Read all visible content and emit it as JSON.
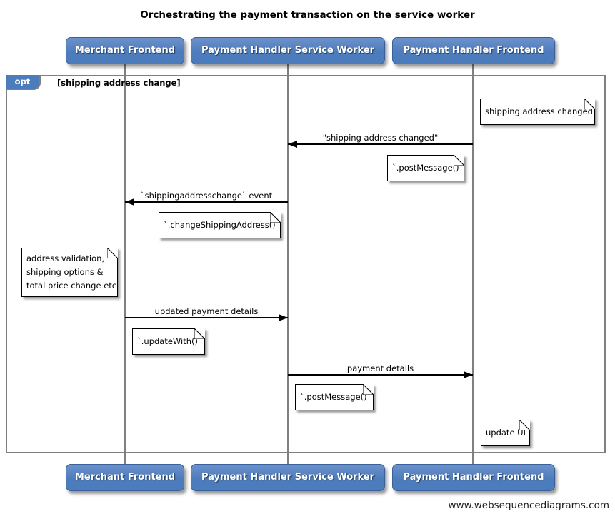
{
  "title": "Orchestrating the payment transaction on the service worker",
  "watermark": "www.websequencediagrams.com",
  "actors": [
    {
      "label": "Merchant Frontend"
    },
    {
      "label": "Payment Handler Service Worker"
    },
    {
      "label": "Payment Handler Frontend"
    }
  ],
  "fragment": {
    "operator": "opt",
    "guard": "[shipping address change]"
  },
  "messages": [
    {
      "from": "Payment Handler Frontend",
      "to": "Payment Handler Service Worker",
      "label": "\"shipping address changed\""
    },
    {
      "from": "Payment Handler Service Worker",
      "to": "Merchant Frontend",
      "label": "`shippingaddresschange` event"
    },
    {
      "from": "Merchant Frontend",
      "to": "Payment Handler Service Worker",
      "label": "updated payment details"
    },
    {
      "from": "Payment Handler Service Worker",
      "to": "Payment Handler Frontend",
      "label": "payment details"
    }
  ],
  "notes": [
    {
      "text": "shipping address changed"
    },
    {
      "text": "`.postMessage()`"
    },
    {
      "text": "`.changeShippingAddress()`"
    },
    {
      "lines": [
        "address validation,",
        "shipping options &",
        "total price change etc"
      ]
    },
    {
      "text": "`.updateWith()`"
    },
    {
      "text": "`.postMessage()`"
    },
    {
      "text": "update UI"
    }
  ],
  "colors": {
    "actor_fill": "#4d7cbc",
    "actor_fill_light": "#6d92cb",
    "actor_border": "#38619b",
    "tab_fill": "#4d7cbc",
    "tab_text": "#ffffff",
    "frame_border": "#808080",
    "lifeline": "#808080",
    "arrow": "#000000",
    "note_bg": "#ffffff",
    "note_border": "#000000"
  }
}
